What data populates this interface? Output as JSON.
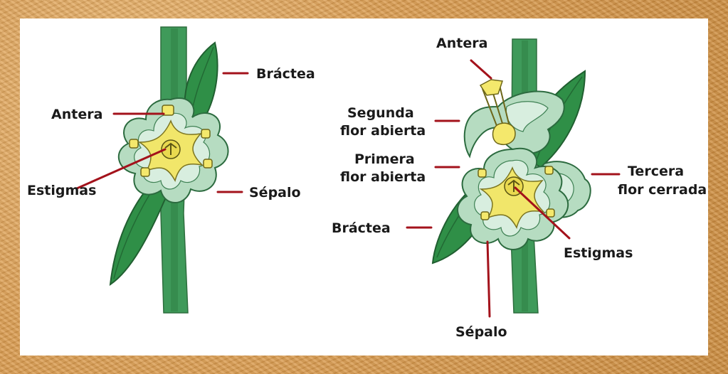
{
  "labels": {
    "left": {
      "bractea": "Bráctea",
      "antera": "Antera",
      "estigmas": "Estigmas",
      "sepalo": "Sépalo"
    },
    "right": {
      "antera": "Antera",
      "segunda_line1": "Segunda",
      "segunda_line2": "flor abierta",
      "primera_line1": "Primera",
      "primera_line2": "flor abierta",
      "bractea": "Bráctea",
      "tercera_line1": "Tercera",
      "tercera_line2": "flor cerrada",
      "estigmas": "Estigmas",
      "sepalo": "Sépalo"
    }
  },
  "colors": {
    "frame": "#d99c52",
    "stem": "#3f9a5a",
    "bract": "#2f8f47",
    "sepal": "#b6dcc1",
    "stigma": "#f1e66a",
    "leader": "#a3121b"
  }
}
